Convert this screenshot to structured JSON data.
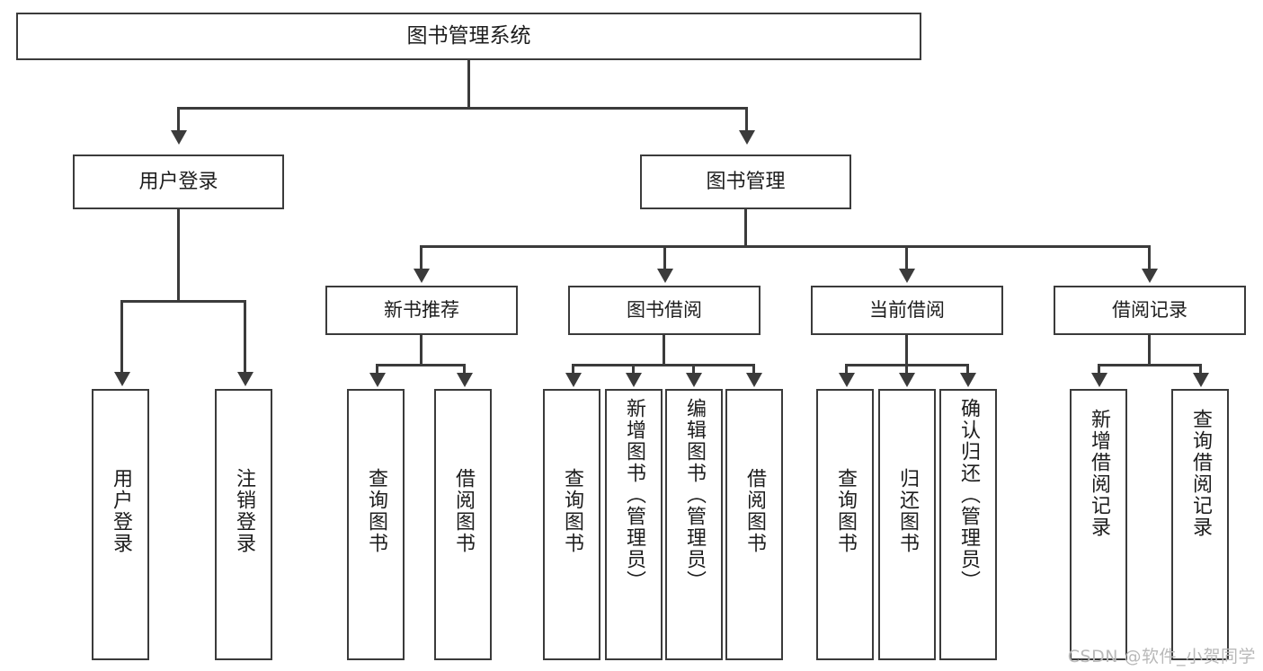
{
  "diagram": {
    "title": "图书管理系统",
    "type": "tree",
    "background": "#ffffff",
    "line_color": "#3b3b3b",
    "box_fill": "#ffffff",
    "text_color": "#1d1d1d"
  },
  "root": {
    "label": "图书管理系统"
  },
  "level2": [
    {
      "label": "用户登录"
    },
    {
      "label": "图书管理"
    }
  ],
  "level3": [
    {
      "label": "新书推荐"
    },
    {
      "label": "图书借阅"
    },
    {
      "label": "当前借阅"
    },
    {
      "label": "借阅记录"
    }
  ],
  "leaves": {
    "user_login": [
      {
        "label": "用户登录"
      },
      {
        "label": "注销登录"
      }
    ],
    "new_book": [
      {
        "label": "查询图书"
      },
      {
        "label": "借阅图书"
      }
    ],
    "book_borrow": [
      {
        "label": "查询图书"
      },
      {
        "label": "新增图书（管理员）"
      },
      {
        "label": "编辑图书（管理员）"
      },
      {
        "label": "借阅图书"
      }
    ],
    "current_borrow": [
      {
        "label": "查询图书"
      },
      {
        "label": "归还图书"
      },
      {
        "label": "确认归还（管理员）"
      }
    ],
    "borrow_record": [
      {
        "label": "新增借阅记录"
      },
      {
        "label": "查询借阅记录"
      }
    ]
  },
  "watermark": {
    "text": "CSDN @软件_小贺同学"
  }
}
